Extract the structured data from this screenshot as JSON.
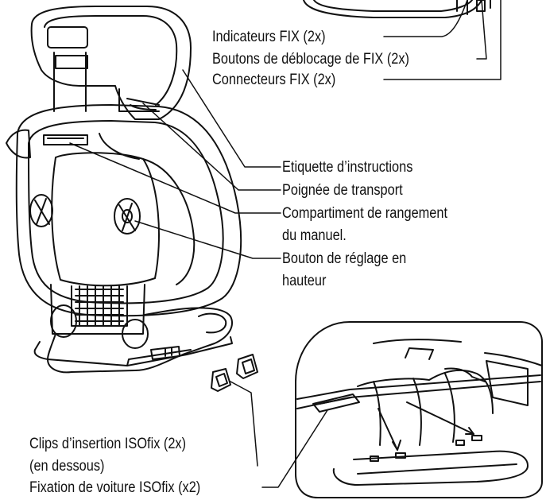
{
  "labels": {
    "fix_indicators": "Indicateurs FIX  (2x)",
    "fix_release_buttons": "Boutons de déblocage de FIX (2x)",
    "fix_connectors": "Connecteurs FIX (2x)",
    "instruction_label": "Etiquette d’instructions",
    "carry_handle": "Poignée de transport",
    "manual_storage_line1": "Compartiment de rangement",
    "manual_storage_line2": "du manuel.",
    "height_adjust_line1": "Bouton de réglage en",
    "height_adjust_line2": "hauteur",
    "isofix_clips_line1": "Clips d’insertion ISOfix (2x)",
    "isofix_clips_line2": "(en dessous)",
    "isofix_anchor": "Fixation de voiture ISOfix (x2)"
  },
  "colors": {
    "line": "#111111",
    "background": "#ffffff"
  }
}
